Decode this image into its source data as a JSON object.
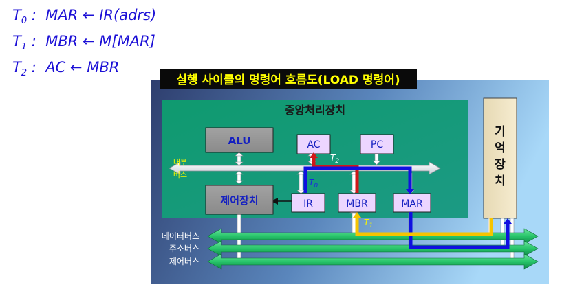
{
  "steps": [
    {
      "name": "T",
      "sub": "0",
      "expr": "MAR ← IR(adrs)"
    },
    {
      "name": "T",
      "sub": "1",
      "expr": "MBR ← M[MAR]"
    },
    {
      "name": "T",
      "sub": "2",
      "expr": "AC ← MBR"
    }
  ],
  "diagram": {
    "title": "실행 사이클의 명령어 흐름도(LOAD 명령어)",
    "cpu_label": "중앙처리장치",
    "memory_label": [
      "기",
      "억",
      "장",
      "치"
    ],
    "internal_bus_label": [
      "내부",
      "버스"
    ],
    "blocks": {
      "alu": "ALU",
      "ac": "AC",
      "pc": "PC",
      "control": "제어장치",
      "ir": "IR",
      "mbr": "MBR",
      "mar": "MAR"
    },
    "path_labels": {
      "t0": "T",
      "t0_sub": "0",
      "t1": "T",
      "t1_sub": "1",
      "t2": "T",
      "t2_sub": "2"
    },
    "buses": [
      "데이터버스",
      "주소버스",
      "제어버스"
    ],
    "colors": {
      "t0_path": "#1010e0",
      "t1_path": "#f5c400",
      "t2_path": "#d01818",
      "bus_fill": "#27c46a",
      "title_text": "#ffff00",
      "title_highlight": "#ff3030"
    }
  }
}
